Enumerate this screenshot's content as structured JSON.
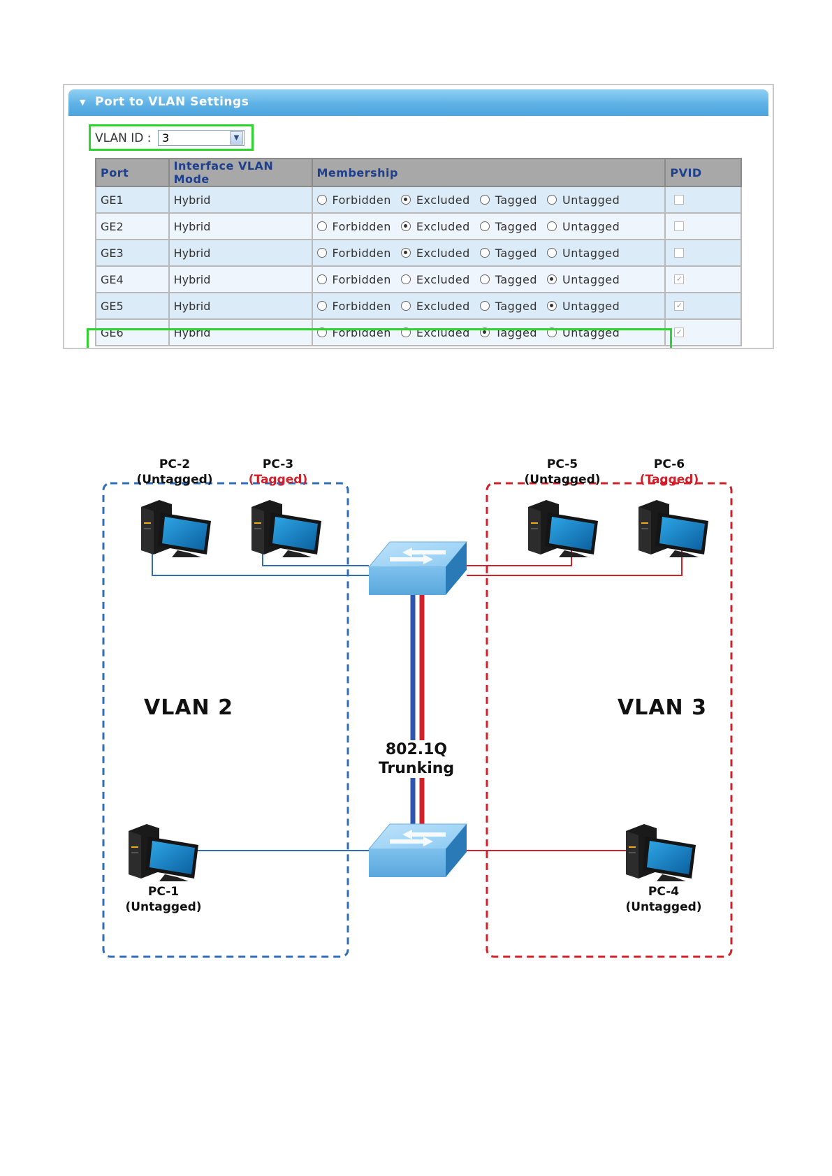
{
  "panel": {
    "title": "Port to VLAN Settings",
    "vlan_id_label": "VLAN ID :",
    "vlan_id_value": "3",
    "columns": [
      "Port",
      "Interface VLAN Mode",
      "Membership",
      "PVID"
    ],
    "membership_options": [
      "Forbidden",
      "Excluded",
      "Tagged",
      "Untagged"
    ],
    "rows": [
      {
        "port": "GE1",
        "mode": "Hybrid",
        "selected": "Excluded",
        "pvid": false
      },
      {
        "port": "GE2",
        "mode": "Hybrid",
        "selected": "Excluded",
        "pvid": false
      },
      {
        "port": "GE3",
        "mode": "Hybrid",
        "selected": "Excluded",
        "pvid": false
      },
      {
        "port": "GE4",
        "mode": "Hybrid",
        "selected": "Untagged",
        "pvid": true
      },
      {
        "port": "GE5",
        "mode": "Hybrid",
        "selected": "Untagged",
        "pvid": true
      },
      {
        "port": "GE6",
        "mode": "Hybrid",
        "selected": "Tagged",
        "pvid": true
      }
    ],
    "highlight_color": "#2cd62c"
  },
  "diagram": {
    "vlan_left": "VLAN 2",
    "vlan_right": "VLAN 3",
    "trunk": {
      "line1": "802.1Q",
      "line2": "Trunking"
    },
    "pcs": [
      {
        "name": "PC-2",
        "mode": "(Untagged)"
      },
      {
        "name": "PC-3",
        "mode": "(Tagged)"
      },
      {
        "name": "PC-5",
        "mode": "(Untagged)"
      },
      {
        "name": "PC-6",
        "mode": "(Tagged)"
      },
      {
        "name": "PC-1",
        "mode": "(Untagged)"
      },
      {
        "name": "PC-4",
        "mode": "(Untagged)"
      }
    ],
    "colors": {
      "vlan2": "#2f6db5",
      "vlan3": "#d0202a",
      "tagged_text": "#d0202a"
    }
  }
}
